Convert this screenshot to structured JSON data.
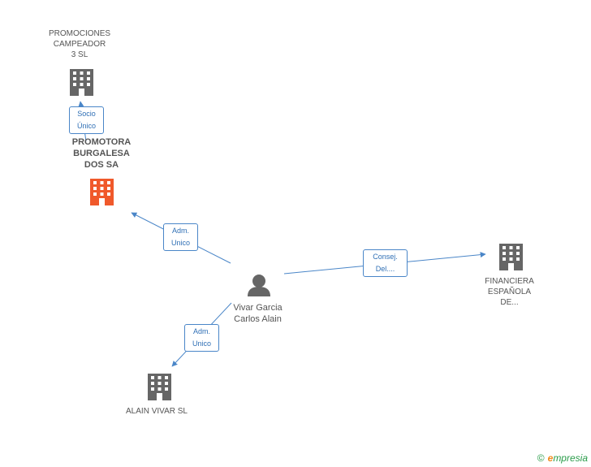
{
  "colors": {
    "edge": "#4a86c8",
    "building_gray": "#666666",
    "building_highlight": "#f0592b",
    "person": "#666666"
  },
  "nodes": {
    "promociones": {
      "label": "PROMOCIONES\nCAMPEADOR\n3 SL",
      "icon": "building-icon"
    },
    "promotora": {
      "label": "PROMOTORA\nBURGALESA\nDOS SA",
      "icon": "building-icon"
    },
    "vivar": {
      "label": "Vivar Garcia\nCarlos Alain",
      "icon": "person-icon"
    },
    "financiera": {
      "label": "FINANCIERA\nESPAÑOLA\nDE...",
      "icon": "building-icon"
    },
    "alain": {
      "label": "ALAIN VIVAR SL",
      "icon": "building-icon"
    }
  },
  "edges": {
    "socio": {
      "label": "Socio\nÚnico"
    },
    "adm1": {
      "label": "Adm.\nUnico"
    },
    "consej": {
      "label": "Consej.\nDel...."
    },
    "adm2": {
      "label": "Adm.\nUnico"
    }
  },
  "footer": {
    "copyright": "©",
    "brand_e": "e",
    "brand_rest": "mpresia"
  }
}
